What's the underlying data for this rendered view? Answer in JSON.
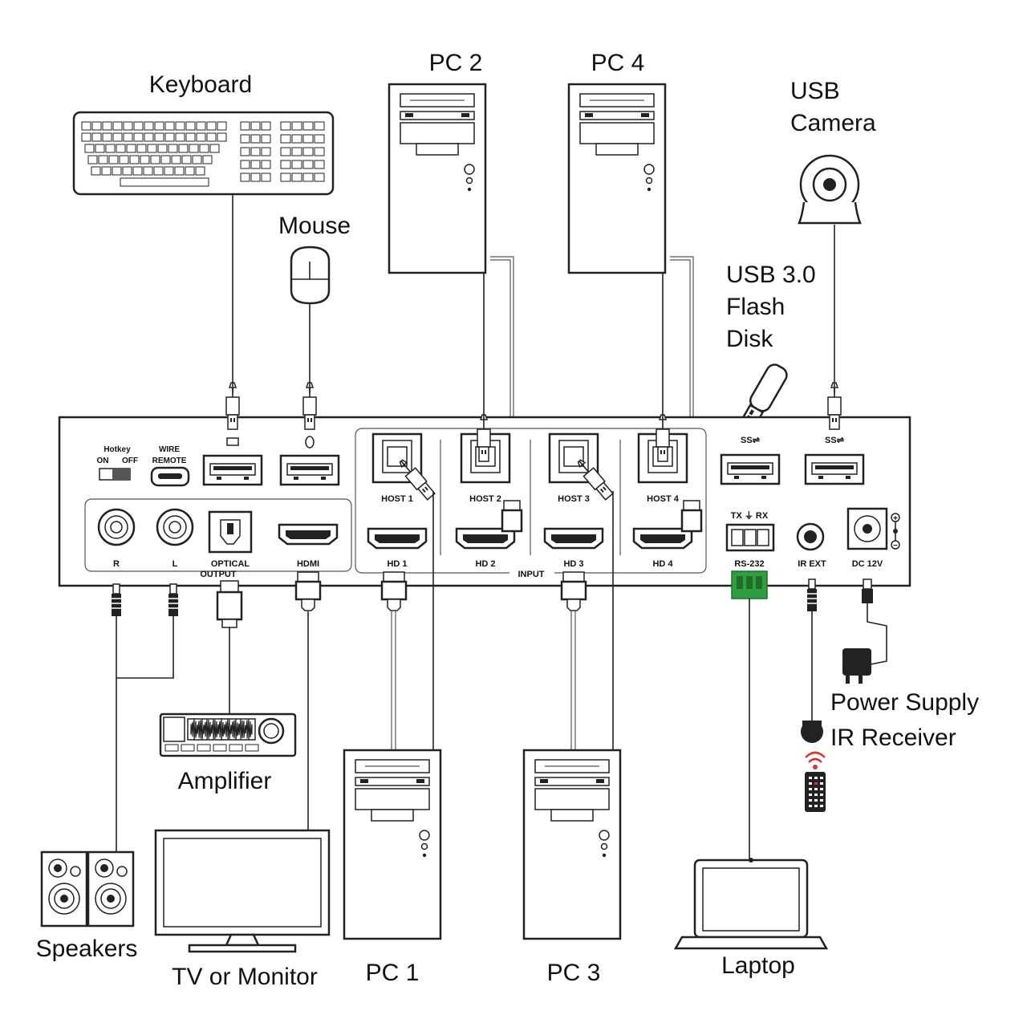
{
  "devices": {
    "keyboard": "Keyboard",
    "mouse": "Mouse",
    "pc1": "PC 1",
    "pc2": "PC 2",
    "pc3": "PC 3",
    "pc4": "PC 4",
    "usb_camera_line1": "USB",
    "usb_camera_line2": "Camera",
    "flash_line1": "USB 3.0",
    "flash_line2": "Flash",
    "flash_line3": "Disk",
    "amplifier": "Amplifier",
    "speakers": "Speakers",
    "tv": "TV or Monitor",
    "laptop": "Laptop",
    "power_supply": "Power Supply",
    "ir_receiver": "IR Receiver"
  },
  "panel": {
    "hotkey": "Hotkey",
    "on": "ON",
    "off": "OFF",
    "wire": "WIRE",
    "remote": "REMOTE",
    "r": "R",
    "l": "L",
    "optical": "OPTICAL",
    "output": "OUTPUT",
    "hdmi": "HDMI",
    "host1": "HOST 1",
    "host2": "HOST 2",
    "host3": "HOST 3",
    "host4": "HOST 4",
    "hd1": "HD 1",
    "hd2": "HD 2",
    "hd3": "HD 3",
    "hd4": "HD 4",
    "input": "INPUT",
    "tx_rx": "TX ⏚ RX",
    "rs232": "RS-232",
    "ir_ext": "IR EXT",
    "dc": "DC 12V",
    "plus": "+",
    "minus": "−",
    "ss1": "SS⇌",
    "ss2": "SS⇌"
  },
  "colors": {
    "rs232_connector": "#2e9e3e",
    "ir_signal": "#d9342b",
    "stroke": "#222222"
  }
}
